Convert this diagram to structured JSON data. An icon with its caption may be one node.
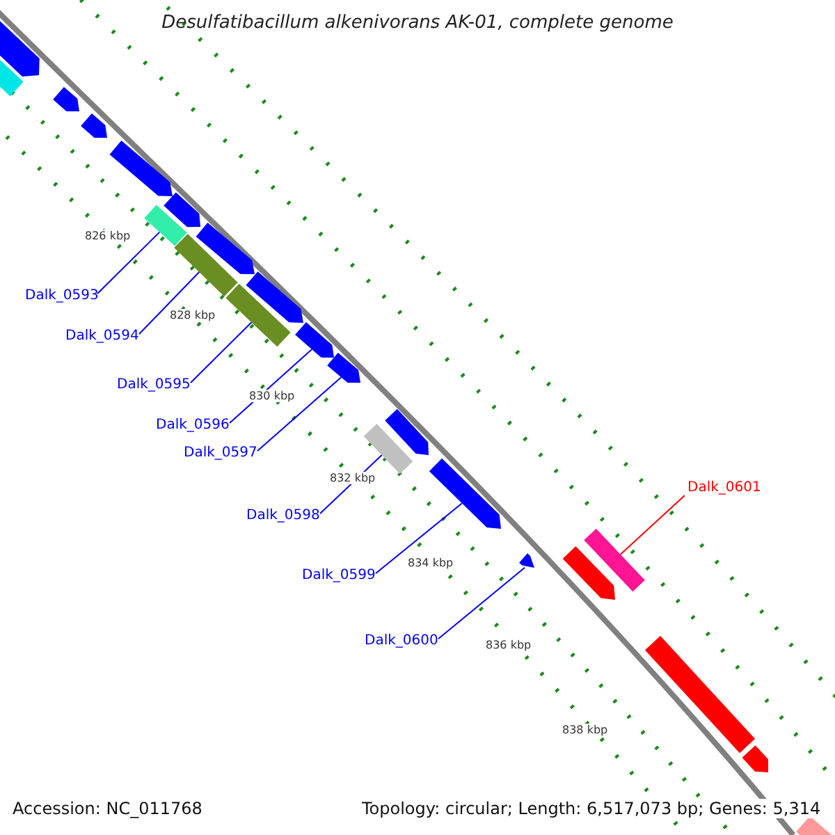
{
  "diagram": {
    "title": "Desulfatibacillum alkenivorans AK-01, complete genome",
    "nodes": [
      {
        "text": [
          "Dalk_0593"
        ]
      },
      {
        "text": [
          "Dalk_0594"
        ]
      },
      {
        "text": [
          "Dalk_0595"
        ]
      },
      {
        "text": [
          "Dalk_0596"
        ]
      },
      {
        "text": [
          "Dalk_0597"
        ]
      },
      {
        "text": [
          "Dalk_0598"
        ]
      },
      {
        "text": [
          "Dalk_0599"
        ]
      },
      {
        "text": [
          "Dalk_0600"
        ]
      },
      {
        "text": [
          "Dalk_0601"
        ]
      },
      {
        "text": [],
        "shape": "box"
      },
      {
        "text": [],
        "shape": "box"
      },
      {
        "text": [],
        "shape": "box"
      },
      {
        "text": [],
        "shape": "arrow"
      },
      {
        "text": [],
        "shape": "arrow"
      },
      {
        "text": [],
        "shape": "box"
      },
      {
        "text": [],
        "shape": "arrow"
      },
      {
        "text": [],
        "shape": "arrow"
      },
      {
        "text": [],
        "shape": "box"
      },
      {
        "text": [],
        "shape": "arrow"
      },
      {
        "text": [],
        "shape": "box"
      },
      {
        "text": [],
        "shape": "arrow"
      },
      {
        "text": [],
        "shape": "arrow"
      },
      {
        "text": [],
        "shape": "arrow"
      },
      {
        "text": [],
        "shape": "arrow"
      },
      {
        "text": [],
        "shape": "arrow"
      },
      {
        "text": [],
        "shape": "arrow"
      },
      {
        "text": [],
        "shape": "arrow"
      },
      {
        "text": [],
        "shape": "arrow"
      },
      {
        "text": [],
        "shape": "box"
      },
      {
        "text": [],
        "shape": "arrow"
      },
      {
        "text": [],
        "shape": "box"
      }
    ],
    "edges": [
      {
        "from": 0,
        "to": 9,
        "arrow": "none"
      },
      {
        "from": 1,
        "to": 10,
        "arrow": "none"
      },
      {
        "from": 2,
        "to": 11,
        "arrow": "none"
      },
      {
        "from": 3,
        "to": 12,
        "arrow": "none"
      },
      {
        "from": 4,
        "to": 13,
        "arrow": "none"
      },
      {
        "from": 5,
        "to": 14,
        "arrow": "none"
      },
      {
        "from": 6,
        "to": 15,
        "arrow": "none"
      },
      {
        "from": 7,
        "to": 16,
        "arrow": "none"
      },
      {
        "from": 8,
        "to": 17,
        "arrow": "none",
        "color": "#ff0000"
      }
    ],
    "labels": [
      "826 kbp",
      "828 kbp",
      "830 kbp",
      "832 kbp",
      "834 kbp",
      "836 kbp",
      "838 kbp",
      "Accession: NC_011768",
      "Topology: circular; Length: 6,517,073 bp; Genes: 5,314"
    ]
  }
}
